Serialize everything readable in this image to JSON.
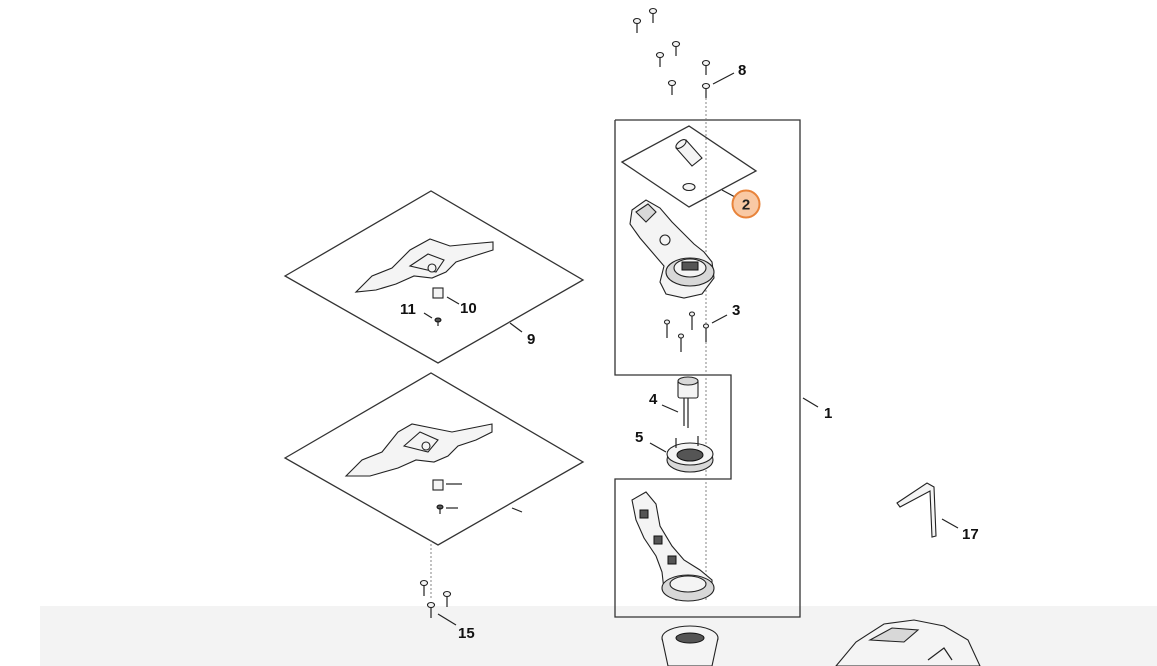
{
  "diagram": {
    "callouts": [
      {
        "id": "1",
        "label": "1"
      },
      {
        "id": "2",
        "label": "2",
        "highlighted": true
      },
      {
        "id": "3",
        "label": "3"
      },
      {
        "id": "4",
        "label": "4"
      },
      {
        "id": "5",
        "label": "5"
      },
      {
        "id": "8",
        "label": "8"
      },
      {
        "id": "9",
        "label": "9"
      },
      {
        "id": "10",
        "label": "10"
      },
      {
        "id": "11",
        "label": "11"
      },
      {
        "id": "15",
        "label": "15"
      },
      {
        "id": "17",
        "label": "17"
      }
    ],
    "colors": {
      "highlight_fill": "#f9c9a4",
      "highlight_stroke": "#e8833a",
      "line": "#222222",
      "background": "#ffffff"
    }
  }
}
